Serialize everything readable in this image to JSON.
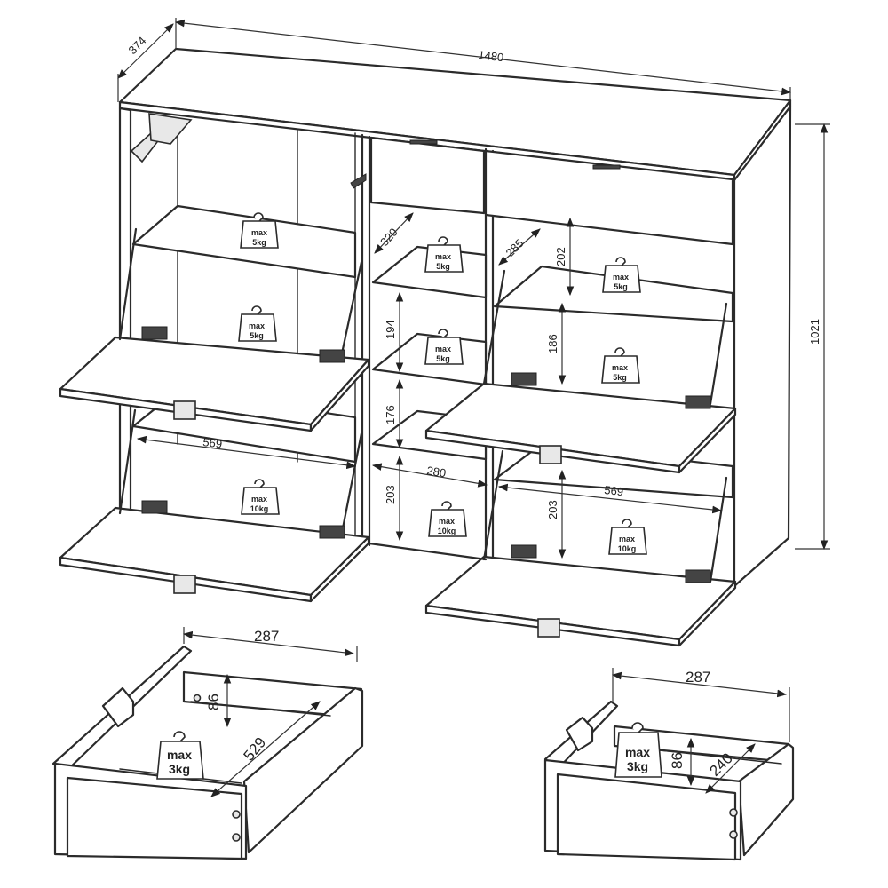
{
  "cabinet": {
    "width_label": "1480",
    "depth_label": "374",
    "height_label": "1021"
  },
  "interior": {
    "left_depth": "569",
    "right_depth": "569",
    "center_depth": "320",
    "right_upper_depth": "285",
    "center_width": "280",
    "center_gap_1": "194",
    "center_gap_2": "176",
    "center_gap_3": "203",
    "right_gap_1": "202",
    "right_gap_2": "186",
    "right_gap_3": "203"
  },
  "loads": {
    "max_word": "max",
    "shelf_5": "5kg",
    "shelf_10": "10kg",
    "drawer_3": "3kg"
  },
  "drawer_large": {
    "width": "287",
    "height": "86",
    "depth": "529"
  },
  "drawer_small": {
    "width": "287",
    "height": "86",
    "depth": "240"
  }
}
